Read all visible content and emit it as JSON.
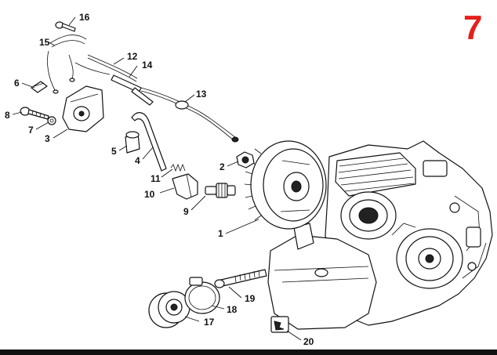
{
  "diagram": {
    "section_number": "7",
    "accent_color": "#e4201c",
    "callouts": {
      "c1": "1",
      "c2": "2",
      "c3": "3",
      "c4": "4",
      "c5": "5",
      "c6": "6",
      "c7": "7",
      "c8": "8",
      "c9": "9",
      "c10": "10",
      "c11": "11",
      "c12": "12",
      "c13": "13",
      "c14": "14",
      "c15": "15",
      "c16": "16",
      "c17": "17",
      "c18": "18",
      "c19": "19",
      "c20": "20"
    }
  }
}
